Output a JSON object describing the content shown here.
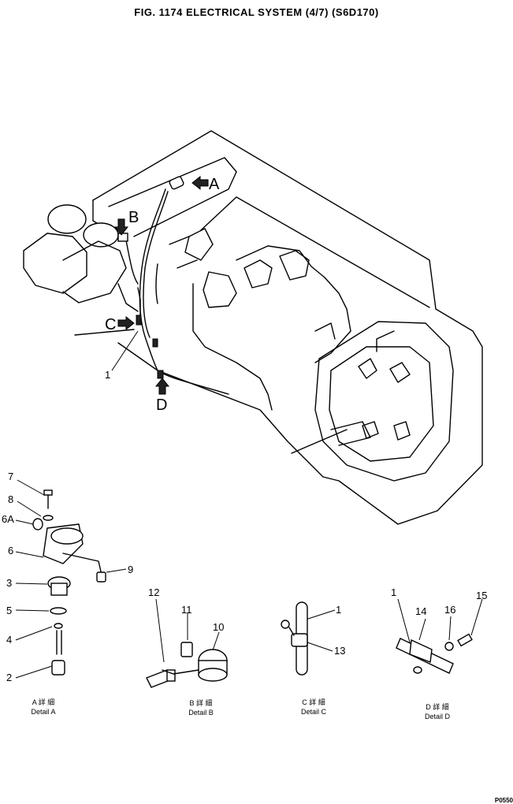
{
  "title": "FIG. 1174   ELECTRICAL SYSTEM (4/7) (S6D170)",
  "callouts": {
    "A": "A",
    "B": "B",
    "C": "C",
    "D": "D"
  },
  "parts": {
    "p1": "1",
    "p1b": "1",
    "p1c": "1",
    "p2": "2",
    "p3": "3",
    "p4": "4",
    "p5": "5",
    "p6": "6",
    "p6a": "6A",
    "p7": "7",
    "p8": "8",
    "p9": "9",
    "p10": "10",
    "p11": "11",
    "p12": "12",
    "p13": "13",
    "p14": "14",
    "p15": "15",
    "p16": "16"
  },
  "details": {
    "a_jp": "A 詳 細",
    "a_en": "Detail A",
    "b_jp": "B 詳 細",
    "b_en": "Detail B",
    "c_jp": "C 詳 細",
    "c_en": "Detail C",
    "d_jp": "D 詳 細",
    "d_en": "Detail D"
  },
  "page_ref": "P0550"
}
